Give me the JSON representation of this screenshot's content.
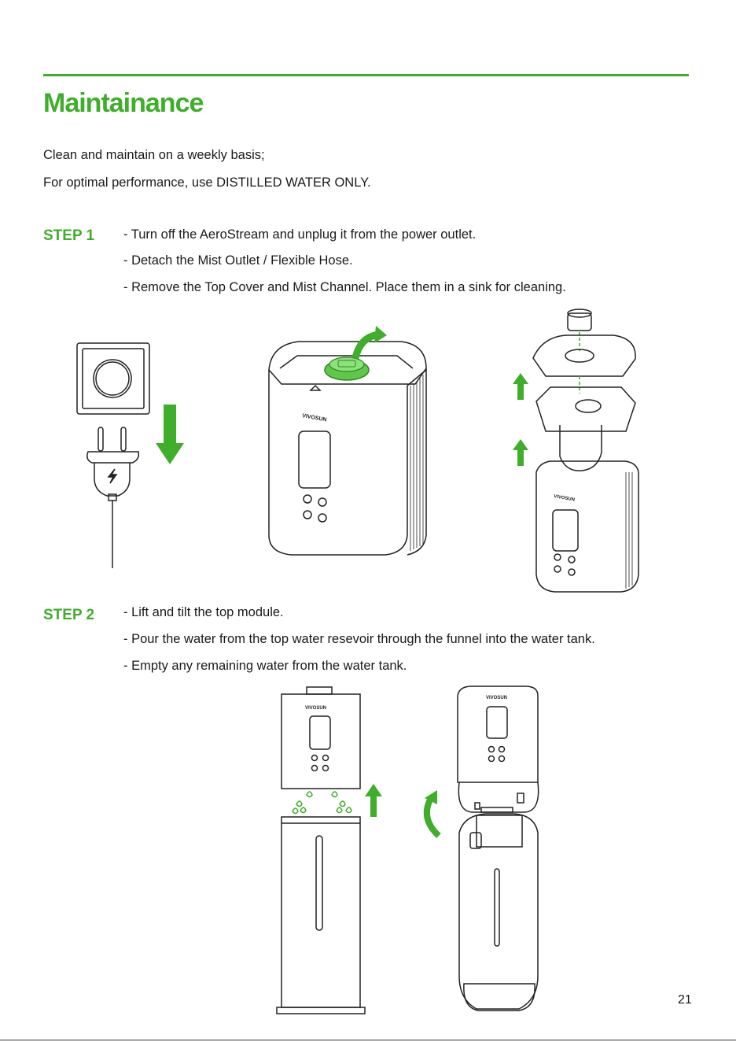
{
  "page": {
    "title": "Maintainance",
    "intro": [
      "Clean and maintain on a weekly basis;",
      "For optimal performance, use DISTILLED WATER ONLY."
    ],
    "steps": [
      {
        "label": "STEP 1",
        "lines": [
          "- Turn off the AeroStream and unplug it from the power outlet.",
          "- Detach the Mist Outlet / Flexible Hose.",
          "- Remove the Top Cover and Mist Channel. Place them in a sink for cleaning."
        ]
      },
      {
        "label": "STEP 2",
        "lines": [
          "-  Lift and tilt the top module.",
          "-  Pour the water from the top water resevoir through the funnel into the water tank.",
          "-  Empty any remaining water from the water tank."
        ]
      }
    ],
    "brand": "VIVOSUN",
    "page_number": "21"
  },
  "colors": {
    "accent": "#3fae2a",
    "text": "#1a1a1a",
    "line": "#222222"
  }
}
